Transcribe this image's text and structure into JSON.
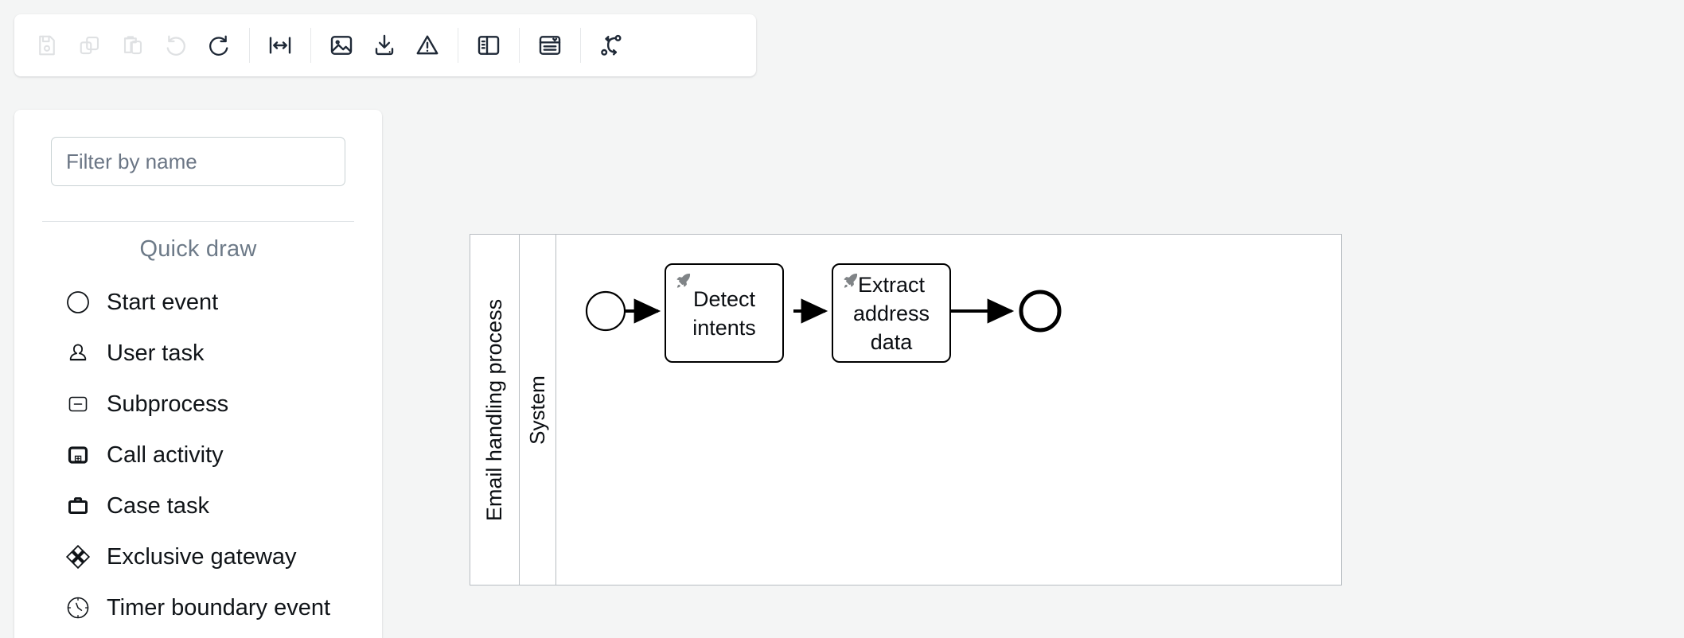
{
  "toolbar": {
    "groups": [
      {
        "name": "file-edit",
        "buttons": [
          {
            "icon": "save-icon",
            "label": "Save",
            "enabled": false
          },
          {
            "icon": "copy-icon",
            "label": "Copy",
            "enabled": false
          },
          {
            "icon": "paste-icon",
            "label": "Paste",
            "enabled": false
          },
          {
            "icon": "undo-icon",
            "label": "Undo",
            "enabled": false
          },
          {
            "icon": "redo-icon",
            "label": "Redo",
            "enabled": true
          }
        ]
      },
      {
        "name": "view",
        "buttons": [
          {
            "icon": "fit-to-width-icon",
            "label": "Fit to width",
            "enabled": true
          }
        ]
      },
      {
        "name": "export",
        "buttons": [
          {
            "icon": "image-export-icon",
            "label": "Export as image",
            "enabled": true
          },
          {
            "icon": "download-icon",
            "label": "Download",
            "enabled": true
          },
          {
            "icon": "warning-icon",
            "label": "Problems",
            "enabled": true
          }
        ]
      },
      {
        "name": "panels",
        "buttons": [
          {
            "icon": "side-panel-icon",
            "label": "Toggle side panel",
            "enabled": true
          }
        ]
      },
      {
        "name": "properties",
        "buttons": [
          {
            "icon": "properties-panel-icon",
            "label": "Properties panel",
            "enabled": true
          }
        ]
      },
      {
        "name": "flow",
        "buttons": [
          {
            "icon": "process-flow-icon",
            "label": "Process flow",
            "enabled": true
          }
        ]
      }
    ]
  },
  "sidebar": {
    "filter": {
      "placeholder": "Filter by name",
      "value": ""
    },
    "section_title": "Quick draw",
    "items": [
      {
        "label": "Start event",
        "icon": "start-event-icon"
      },
      {
        "label": "User task",
        "icon": "user-task-icon"
      },
      {
        "label": "Subprocess",
        "icon": "subprocess-icon"
      },
      {
        "label": "Call activity",
        "icon": "call-activity-icon"
      },
      {
        "label": "Case task",
        "icon": "case-task-icon"
      },
      {
        "label": "Exclusive gateway",
        "icon": "exclusive-gateway-icon"
      },
      {
        "label": "Timer boundary event",
        "icon": "timer-boundary-event-icon"
      }
    ]
  },
  "canvas": {
    "pool": {
      "label": "Email handling process"
    },
    "lane": {
      "label": "System"
    },
    "elements": [
      {
        "type": "start-event",
        "label": ""
      },
      {
        "type": "service-task",
        "label": "Detect intents",
        "marker": "rocket-icon"
      },
      {
        "type": "service-task",
        "label": "Extract address data",
        "marker": "rocket-icon"
      },
      {
        "type": "end-event",
        "label": ""
      }
    ],
    "tasks": {
      "detect_intents": "Detect intents",
      "extract_address_line1": "Extract address",
      "extract_address_line2": "data"
    }
  },
  "colors": {
    "page_background": "#f4f5f5",
    "panel_background": "#ffffff",
    "icon_enabled": "#1f2937",
    "icon_disabled": "#dfe1e3",
    "muted_text": "#6d7a88",
    "diagram_stroke": "#000000",
    "pool_border": "#b8bdc2",
    "marker_gray": "#808487"
  }
}
